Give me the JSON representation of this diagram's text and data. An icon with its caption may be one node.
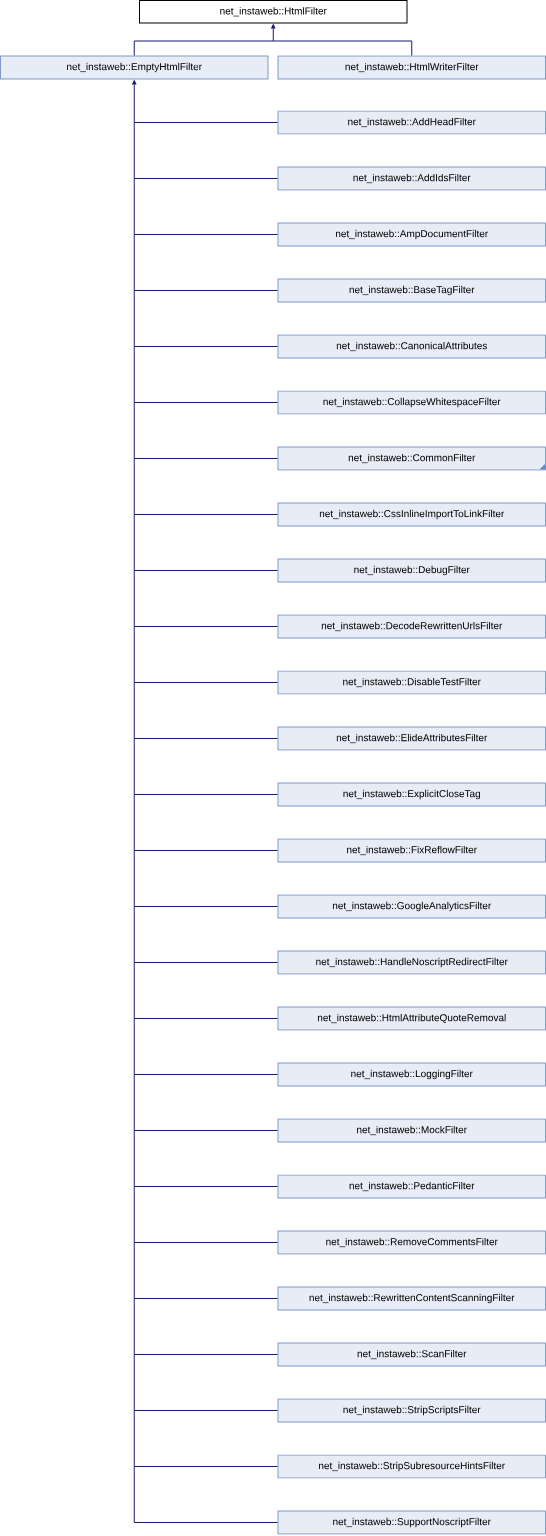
{
  "diagram": {
    "nodes": [
      {
        "text": [
          "net_instaweb::HtmlFilter"
        ]
      },
      {
        "text": [
          "net_instaweb::EmptyHtmlFilter"
        ]
      },
      {
        "text": [
          "net_instaweb::HtmlWriterFilter"
        ]
      },
      {
        "text": [
          "net_instaweb::AddHeadFilter"
        ]
      },
      {
        "text": [
          "net_instaweb::AddIdsFilter"
        ]
      },
      {
        "text": [
          "net_instaweb::AmpDocumentFilter"
        ]
      },
      {
        "text": [
          "net_instaweb::BaseTagFilter"
        ]
      },
      {
        "text": [
          "net_instaweb::CanonicalAttributes"
        ]
      },
      {
        "text": [
          "net_instaweb::CollapseWhitespaceFilter"
        ]
      },
      {
        "text": [
          "net_instaweb::CommonFilter"
        ]
      },
      {
        "text": [
          "net_instaweb::CssInlineImportToLinkFilter"
        ]
      },
      {
        "text": [
          "net_instaweb::DebugFilter"
        ]
      },
      {
        "text": [
          "net_instaweb::DecodeRewrittenUrlsFilter"
        ]
      },
      {
        "text": [
          "net_instaweb::DisableTestFilter"
        ]
      },
      {
        "text": [
          "net_instaweb::ElideAttributesFilter"
        ]
      },
      {
        "text": [
          "net_instaweb::ExplicitCloseTag"
        ]
      },
      {
        "text": [
          "net_instaweb::FixReflowFilter"
        ]
      },
      {
        "text": [
          "net_instaweb::GoogleAnalyticsFilter"
        ]
      },
      {
        "text": [
          "net_instaweb::HandleNoscriptRedirectFilter"
        ]
      },
      {
        "text": [
          "net_instaweb::HtmlAttributeQuoteRemoval"
        ]
      },
      {
        "text": [
          "net_instaweb::LoggingFilter"
        ]
      },
      {
        "text": [
          "net_instaweb::MockFilter"
        ]
      },
      {
        "text": [
          "net_instaweb::PedanticFilter"
        ]
      },
      {
        "text": [
          "net_instaweb::RemoveCommentsFilter"
        ]
      },
      {
        "text": [
          "net_instaweb::RewrittenContentScanningFilter"
        ]
      },
      {
        "text": [
          "net_instaweb::ScanFilter"
        ]
      },
      {
        "text": [
          "net_instaweb::StripScriptsFilter"
        ]
      },
      {
        "text": [
          "net_instaweb::StripSubresourceHintsFilter"
        ]
      },
      {
        "text": [
          "net_instaweb::SupportNoscriptFilter"
        ]
      }
    ],
    "edges": [
      {
        "from": 1,
        "to": 0,
        "arrow": "to"
      },
      {
        "from": 2,
        "to": 0,
        "arrow": "to"
      },
      {
        "from": 3,
        "to": 1,
        "arrow": "to"
      },
      {
        "from": 4,
        "to": 1,
        "arrow": "to"
      },
      {
        "from": 5,
        "to": 1,
        "arrow": "to"
      },
      {
        "from": 6,
        "to": 1,
        "arrow": "to"
      },
      {
        "from": 7,
        "to": 1,
        "arrow": "to"
      },
      {
        "from": 8,
        "to": 1,
        "arrow": "to"
      },
      {
        "from": 9,
        "to": 1,
        "arrow": "to"
      },
      {
        "from": 10,
        "to": 1,
        "arrow": "to"
      },
      {
        "from": 11,
        "to": 1,
        "arrow": "to"
      },
      {
        "from": 12,
        "to": 1,
        "arrow": "to"
      },
      {
        "from": 13,
        "to": 1,
        "arrow": "to"
      },
      {
        "from": 14,
        "to": 1,
        "arrow": "to"
      },
      {
        "from": 15,
        "to": 1,
        "arrow": "to"
      },
      {
        "from": 16,
        "to": 1,
        "arrow": "to"
      },
      {
        "from": 17,
        "to": 1,
        "arrow": "to"
      },
      {
        "from": 18,
        "to": 1,
        "arrow": "to"
      },
      {
        "from": 19,
        "to": 1,
        "arrow": "to"
      },
      {
        "from": 20,
        "to": 1,
        "arrow": "to"
      },
      {
        "from": 21,
        "to": 1,
        "arrow": "to"
      },
      {
        "from": 22,
        "to": 1,
        "arrow": "to"
      },
      {
        "from": 23,
        "to": 1,
        "arrow": "to"
      },
      {
        "from": 24,
        "to": 1,
        "arrow": "to"
      },
      {
        "from": 25,
        "to": 1,
        "arrow": "to"
      },
      {
        "from": 26,
        "to": 1,
        "arrow": "to"
      },
      {
        "from": 27,
        "to": 1,
        "arrow": "to"
      },
      {
        "from": 28,
        "to": 1,
        "arrow": "to"
      }
    ]
  }
}
